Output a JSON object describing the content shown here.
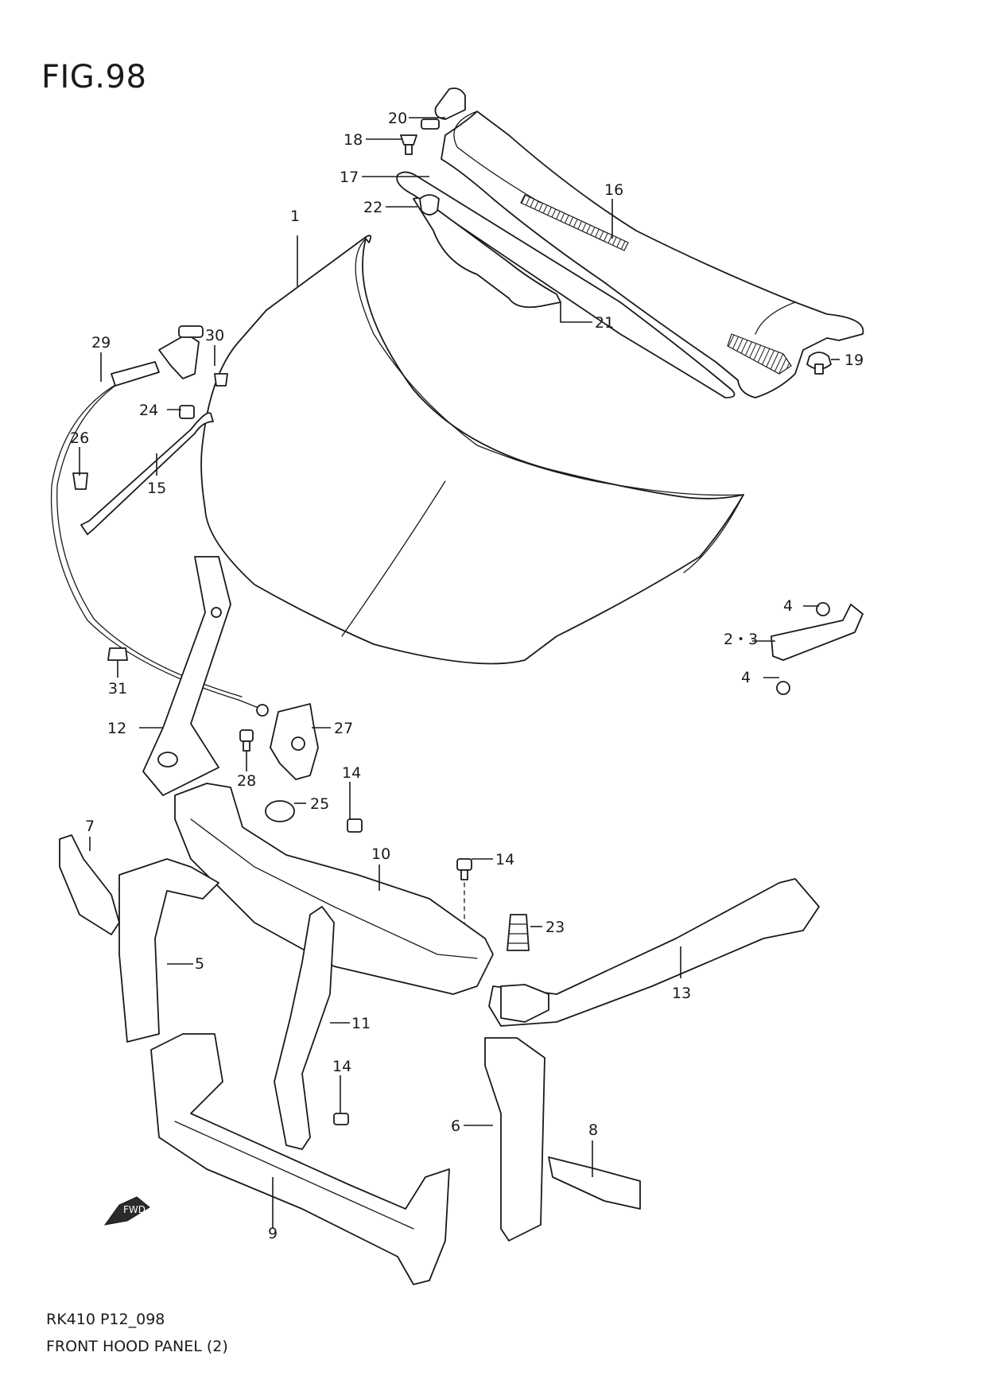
{
  "figure": {
    "title": "FIG.98"
  },
  "footer": {
    "code": "RK410 P12_098",
    "name": "FRONT HOOD PANEL (2)"
  },
  "badge": {
    "fwd_label": "FWD"
  },
  "callouts": {
    "c1": "1",
    "c2_3": "2・3",
    "c4a": "4",
    "c4b": "4",
    "c5": "5",
    "c6": "6",
    "c7": "7",
    "c8": "8",
    "c9": "9",
    "c10": "10",
    "c11": "11",
    "c12": "12",
    "c13": "13",
    "c14a": "14",
    "c14b": "14",
    "c14c": "14",
    "c15": "15",
    "c16": "16",
    "c17": "17",
    "c18": "18",
    "c19": "19",
    "c20": "20",
    "c21": "21",
    "c22": "22",
    "c23": "23",
    "c24": "24",
    "c25": "25",
    "c26": "26",
    "c27": "27",
    "c28": "28",
    "c29": "29",
    "c30": "30",
    "c31": "31"
  }
}
